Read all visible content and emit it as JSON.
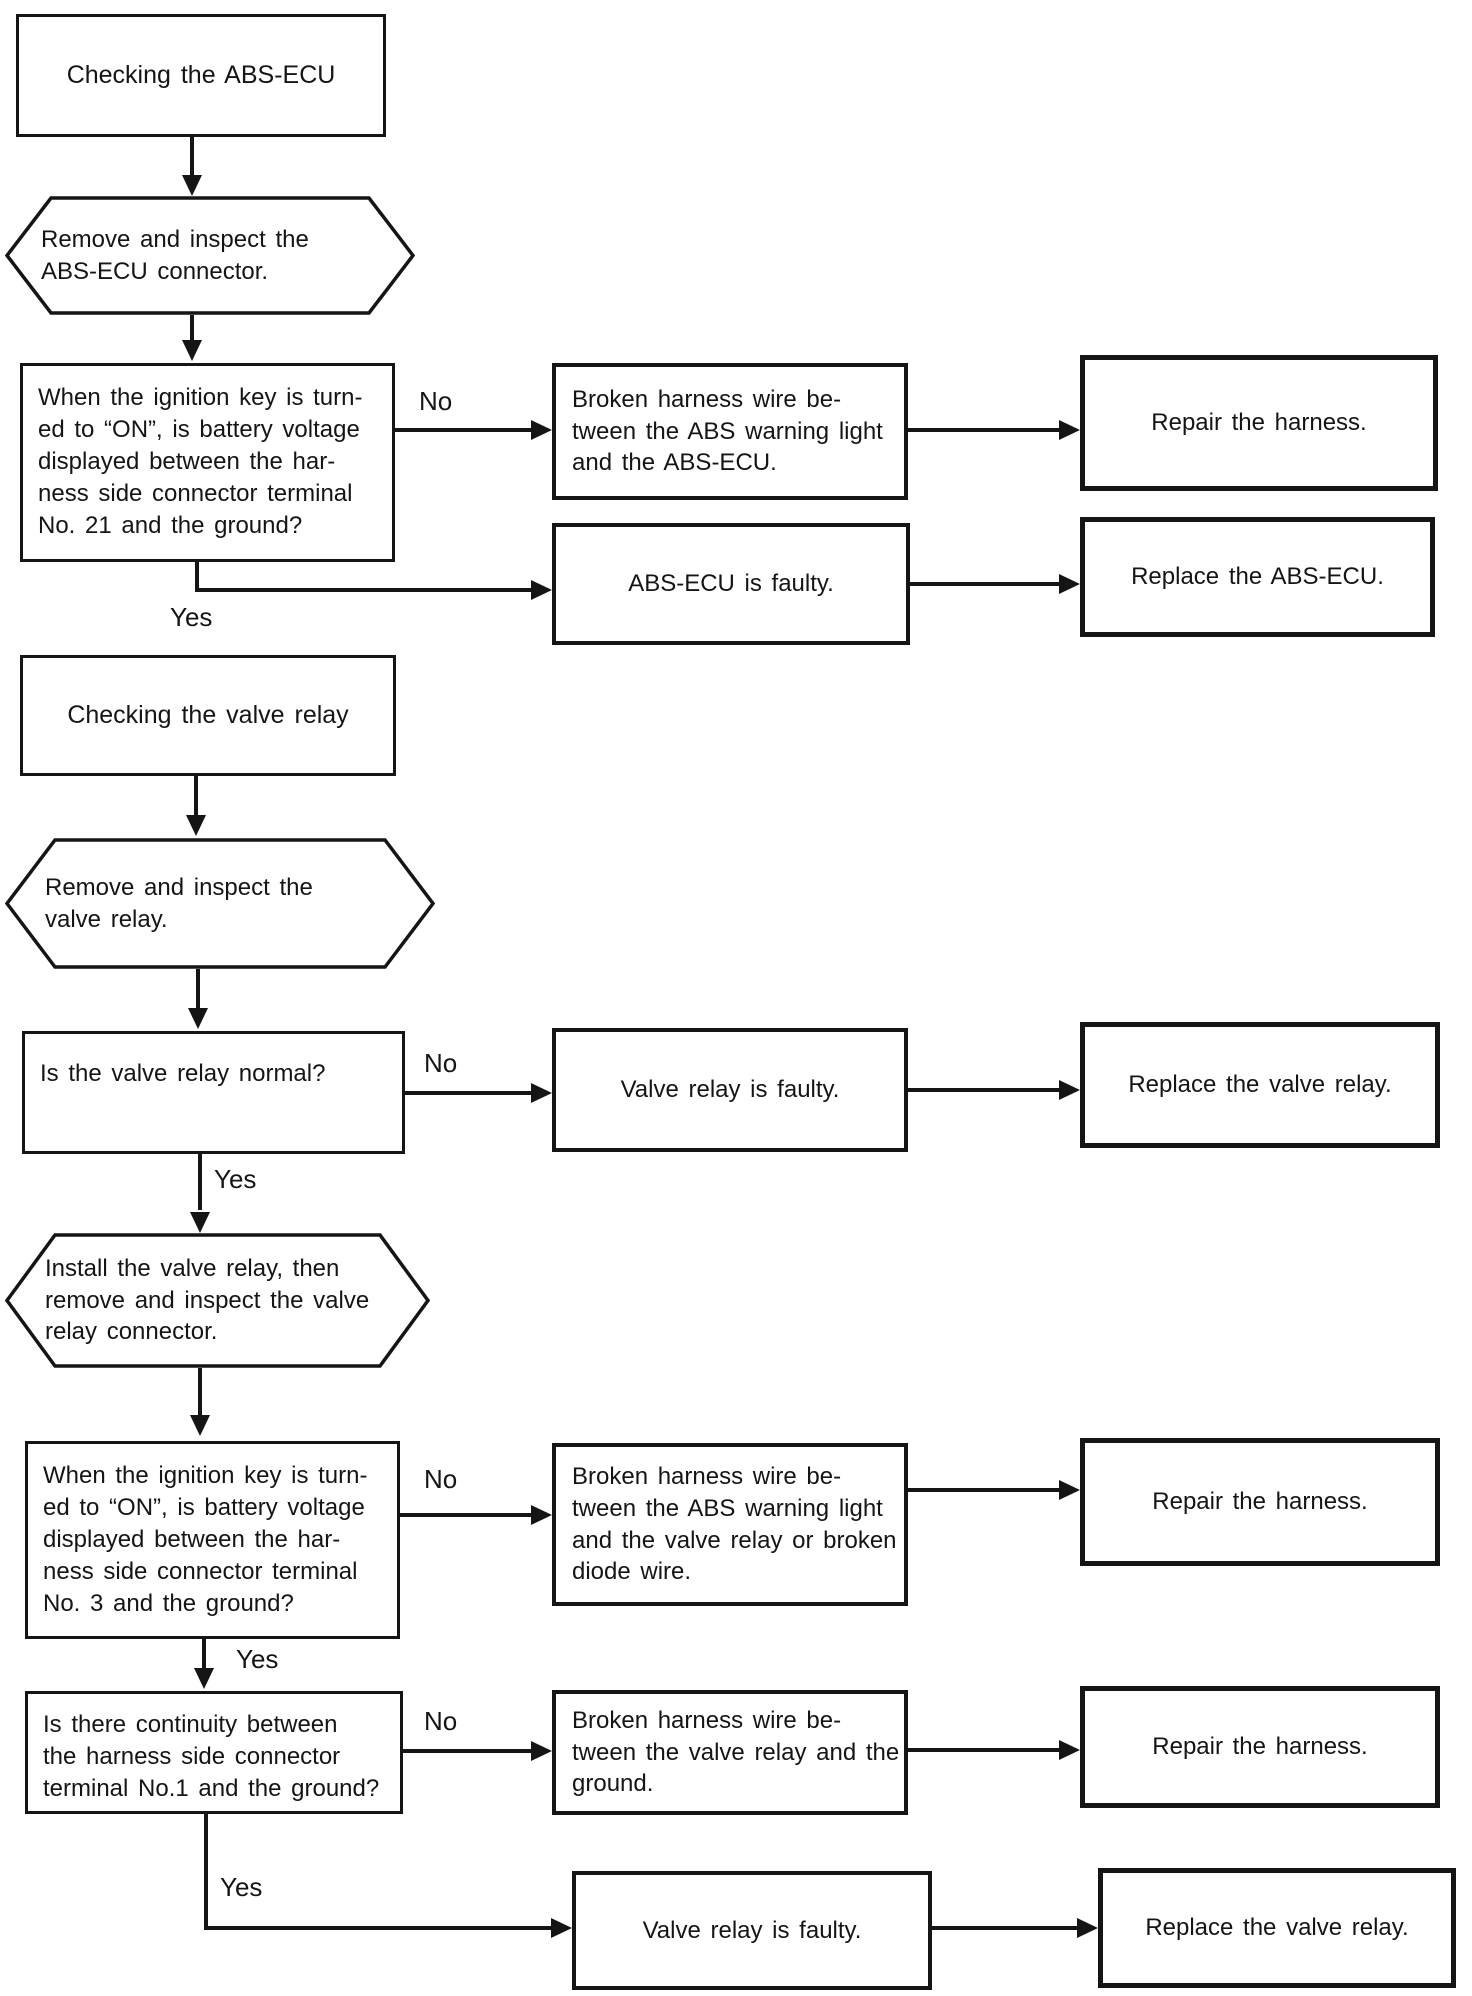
{
  "document_type": "troubleshooting-flowchart",
  "labels": {
    "yes": "Yes",
    "no": "No"
  },
  "nodes": {
    "header1": {
      "type": "header",
      "text": "Checking the ABS-ECU"
    },
    "hex1": {
      "type": "step",
      "text": "Remove and inspect the\nABS-ECU connector."
    },
    "decision1": {
      "type": "decision",
      "text": "When the ignition key is turn-\ned to “ON”, is battery voltage\ndisplayed between the har-\nness side connector terminal\nNo. 21 and the ground?"
    },
    "mid1": {
      "type": "cause",
      "text": "Broken harness wire be-\ntween the ABS warning light\nand the ABS-ECU."
    },
    "right1": {
      "type": "action",
      "text": "Repair the harness."
    },
    "mid2": {
      "type": "cause",
      "text": "ABS-ECU is faulty."
    },
    "right2": {
      "type": "action",
      "text": "Replace the ABS-ECU."
    },
    "header2": {
      "type": "header",
      "text": "Checking the valve relay"
    },
    "hex2": {
      "type": "step",
      "text": "Remove and inspect the\nvalve relay."
    },
    "decision2": {
      "type": "decision",
      "text": "Is the valve relay normal?"
    },
    "mid3": {
      "type": "cause",
      "text": "Valve relay is faulty."
    },
    "right3": {
      "type": "action",
      "text": "Replace the valve relay."
    },
    "hex3": {
      "type": "step",
      "text": "Install the valve relay, then\nremove and inspect the valve\nrelay connector."
    },
    "decision3": {
      "type": "decision",
      "text": "When the ignition key is turn-\ned to “ON”, is battery voltage\ndisplayed between the har-\nness side connector terminal\nNo. 3 and the ground?"
    },
    "mid4": {
      "type": "cause",
      "text": "Broken harness wire be-\ntween the ABS warning light\nand the valve relay or broken\ndiode wire."
    },
    "right4": {
      "type": "action",
      "text": "Repair the harness."
    },
    "decision4": {
      "type": "decision",
      "text": "Is there continuity between\nthe harness side connector\nterminal No.1 and the ground?"
    },
    "mid5": {
      "type": "cause",
      "text": "Broken harness wire be-\ntween the valve relay and the\nground."
    },
    "right5": {
      "type": "action",
      "text": "Repair the harness."
    },
    "mid6": {
      "type": "cause",
      "text": "Valve relay is faulty."
    },
    "right6": {
      "type": "action",
      "text": "Replace the valve relay."
    }
  },
  "edges": [
    {
      "from": "header1",
      "to": "hex1",
      "label": ""
    },
    {
      "from": "hex1",
      "to": "decision1",
      "label": ""
    },
    {
      "from": "decision1",
      "to": "mid1",
      "label": "No"
    },
    {
      "from": "mid1",
      "to": "right1",
      "label": ""
    },
    {
      "from": "decision1",
      "to": "mid2",
      "label": "Yes"
    },
    {
      "from": "mid2",
      "to": "right2",
      "label": ""
    },
    {
      "from": "header2",
      "to": "hex2",
      "label": ""
    },
    {
      "from": "hex2",
      "to": "decision2",
      "label": ""
    },
    {
      "from": "decision2",
      "to": "mid3",
      "label": "No"
    },
    {
      "from": "mid3",
      "to": "right3",
      "label": ""
    },
    {
      "from": "decision2",
      "to": "hex3",
      "label": "Yes"
    },
    {
      "from": "hex3",
      "to": "decision3",
      "label": ""
    },
    {
      "from": "decision3",
      "to": "mid4",
      "label": "No"
    },
    {
      "from": "mid4",
      "to": "right4",
      "label": ""
    },
    {
      "from": "decision3",
      "to": "decision4",
      "label": "Yes"
    },
    {
      "from": "decision4",
      "to": "mid5",
      "label": "No"
    },
    {
      "from": "mid5",
      "to": "right5",
      "label": ""
    },
    {
      "from": "decision4",
      "to": "mid6",
      "label": "Yes"
    },
    {
      "from": "mid6",
      "to": "right6",
      "label": ""
    }
  ],
  "colors": {
    "ink": "#151515",
    "paper": "#ffffff"
  }
}
